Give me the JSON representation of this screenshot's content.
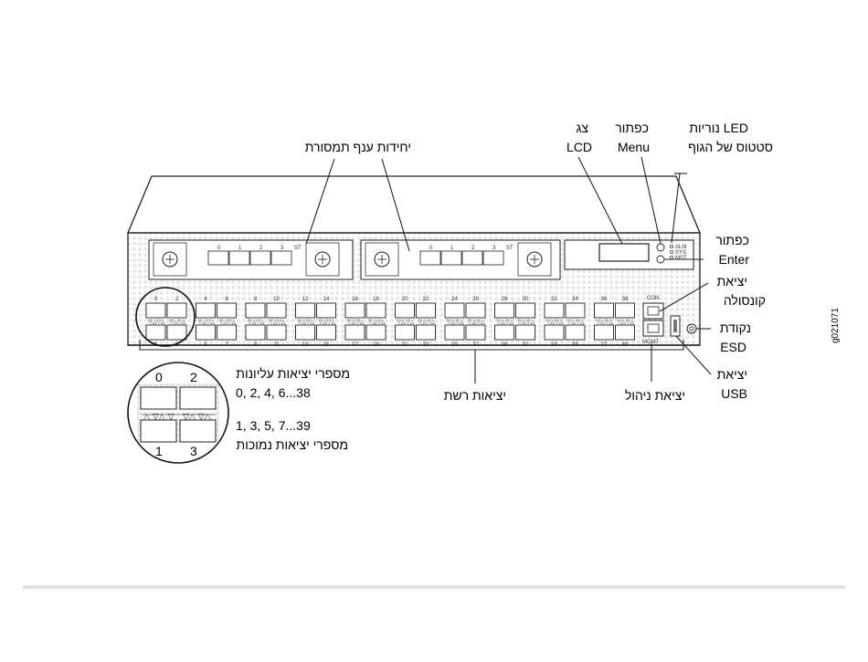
{
  "figure_id": "g021071",
  "callouts": {
    "slot_units": "יחידות ענף תמסורת",
    "lcd_line1": "צג",
    "lcd_line2": "LCD",
    "menu_line1": "כפתור",
    "menu_line2": "Menu",
    "led_line1": "נוריות LED",
    "led_line2": "סטטוס של הגוף",
    "enter_line1": "כפתור",
    "enter_line2": "Enter",
    "console_line1": "יציאת",
    "console_line2": "קונסולה",
    "esd_line1": "נקודת",
    "esd_line2": "ESD",
    "usb_line1": "יציאת",
    "usb_line2": "USB",
    "network_ports": "יציאות רשת",
    "mgmt_port": "יציאת ניהול",
    "top_ports_title": "מספרי יציאות עליונות",
    "top_ports_range": "0, 2, 4, 6...38",
    "bottom_ports_range": "1, 3, 5, 7...39",
    "bottom_ports_title": "מספרי יציאות נמוכות"
  },
  "device_labels": {
    "con": "CON",
    "mgmt": "MGMT",
    "st": "ST",
    "led_alm": "ALM",
    "led_sys": "SYS",
    "led_mst": "MST",
    "slot_port_numbers": [
      "0",
      "1",
      "2",
      "3"
    ],
    "blow_up_top": [
      "0",
      "2"
    ],
    "blow_up_bottom": [
      "1",
      "3"
    ]
  },
  "port_groups": [
    {
      "top": [
        "0",
        "2"
      ],
      "bottom": [
        "1",
        "3"
      ]
    },
    {
      "top": [
        "4",
        "6"
      ],
      "bottom": [
        "5",
        "7"
      ]
    },
    {
      "top": [
        "8",
        "10"
      ],
      "bottom": [
        "9",
        "11"
      ]
    },
    {
      "top": [
        "12",
        "14"
      ],
      "bottom": [
        "13",
        "15"
      ]
    },
    {
      "top": [
        "16",
        "18"
      ],
      "bottom": [
        "17",
        "19"
      ]
    },
    {
      "top": [
        "20",
        "22"
      ],
      "bottom": [
        "21",
        "23"
      ]
    },
    {
      "top": [
        "24",
        "26"
      ],
      "bottom": [
        "25",
        "27"
      ]
    },
    {
      "top": [
        "28",
        "30"
      ],
      "bottom": [
        "29",
        "31"
      ]
    },
    {
      "top": [
        "32",
        "34"
      ],
      "bottom": [
        "33",
        "35"
      ]
    },
    {
      "top": [
        "36",
        "38"
      ],
      "bottom": [
        "37",
        "39"
      ]
    }
  ]
}
